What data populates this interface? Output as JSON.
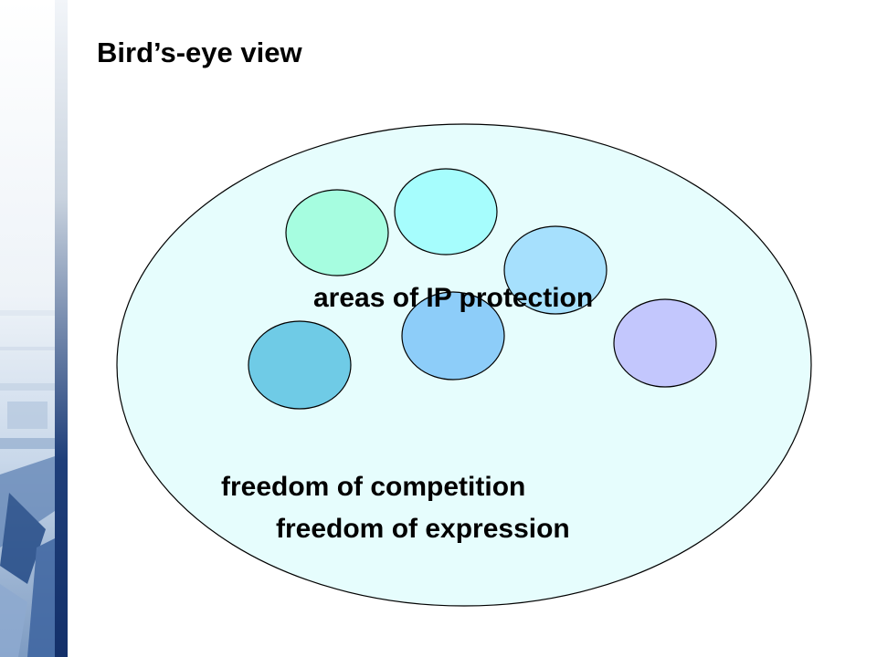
{
  "slide": {
    "title": "Bird’s-eye view"
  },
  "diagram": {
    "outer_area": {
      "fill": "#e6fdfd"
    },
    "ip_circles": [
      {
        "fill": "#a6fde0"
      },
      {
        "fill": "#a6fdfd"
      },
      {
        "fill": "#a6e0fd"
      },
      {
        "fill": "#6fcbe6"
      },
      {
        "fill": "#8dcdf9"
      },
      {
        "fill": "#c3c7fd"
      }
    ],
    "labels": {
      "ip_areas": "areas of IP protection",
      "competition": "freedom of competition",
      "expression": "freedom of expression"
    }
  },
  "colors": {
    "accent_dark": "#1f3f7a",
    "accent_light": "#c6d6e8"
  }
}
